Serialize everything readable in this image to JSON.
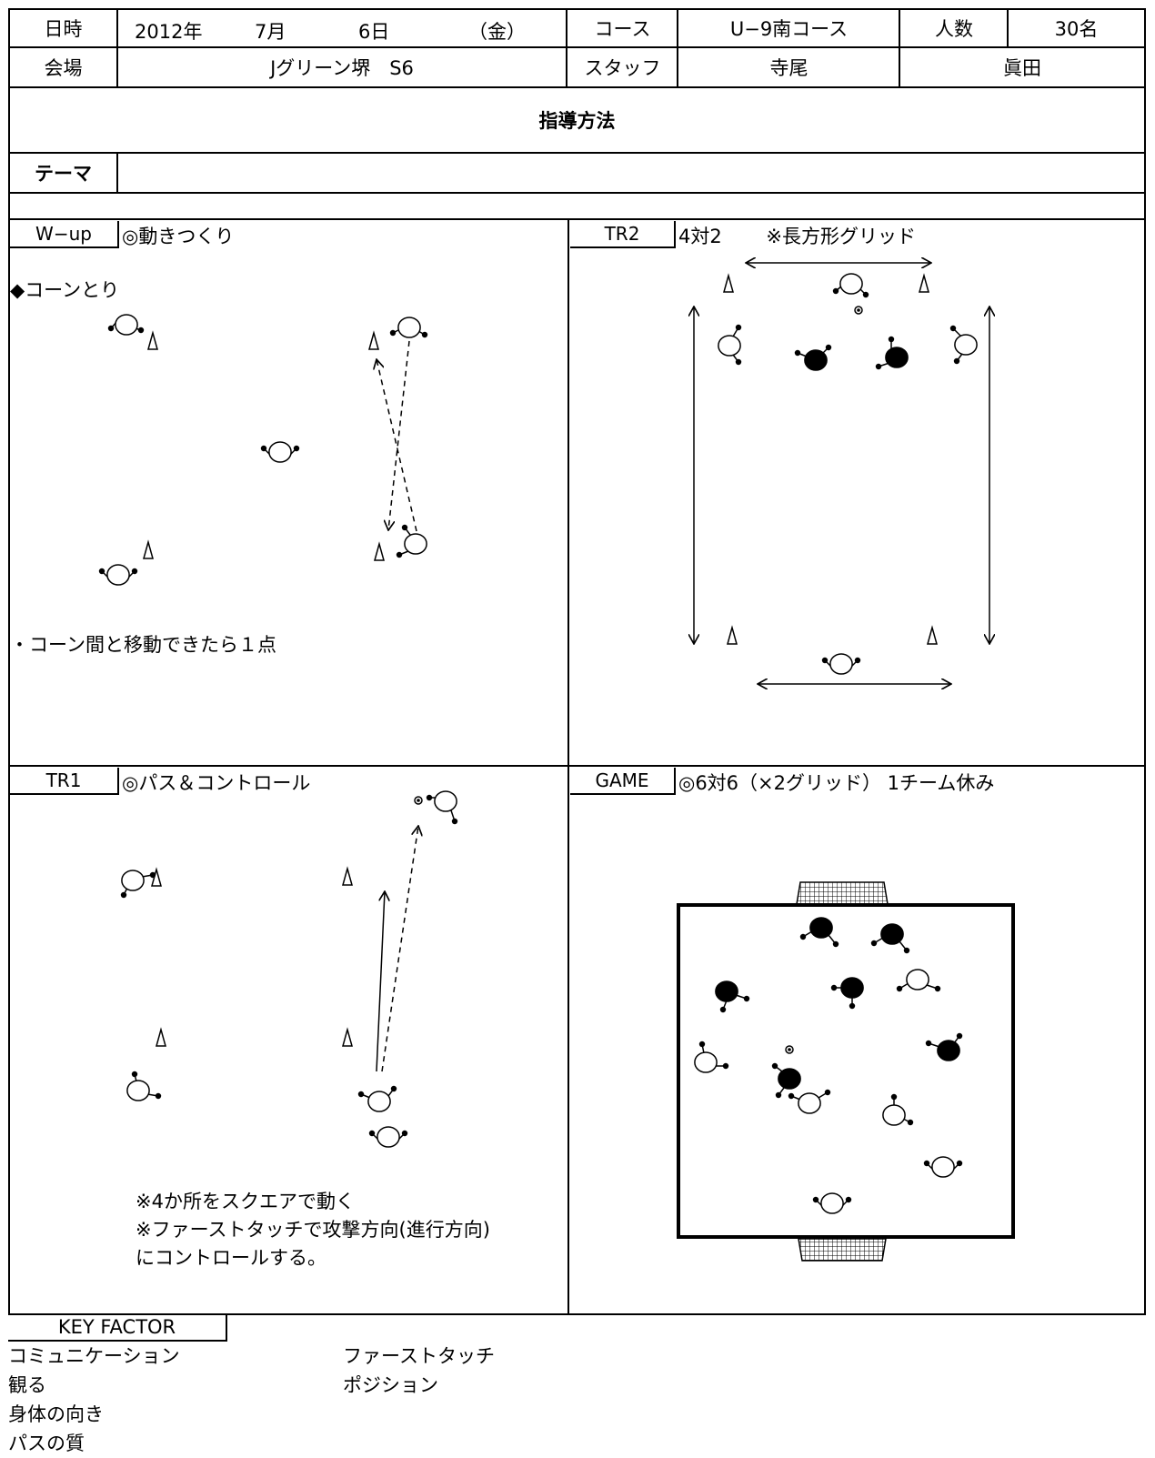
{
  "header": {
    "date_label": "日時",
    "year": "2012年",
    "month": "7月",
    "day": "6日",
    "weekday": "（金）",
    "course_label": "コース",
    "course_value": "U−9南コース",
    "count_label": "人数",
    "count_value": "30名",
    "venue_label": "会場",
    "venue_value": "Jグリーン堺　S6",
    "staff_label": "スタッフ",
    "staff_1": "寺尾",
    "staff_2": "眞田",
    "method_title": "指導方法",
    "theme_label": "テーマ",
    "theme_value": ""
  },
  "sections": {
    "wup": {
      "tag": "W−up",
      "title": "◎動きつくり",
      "subtitle": "◆コーンとり",
      "note": "・コーン間と移動できたら１点"
    },
    "tr2": {
      "tag": "TR2",
      "title": "4対2　　 ※長方形グリッド"
    },
    "tr1": {
      "tag": "TR1",
      "title": "◎パス＆コントロール",
      "note1": "※4か所をスクエアで動く",
      "note2": "※ファーストタッチで攻撃方向(進行方向)",
      "note3": "にコントロールする。"
    },
    "game": {
      "tag": "GAME",
      "title": "◎6対6（×2グリッド） 1チーム休み"
    }
  },
  "key_factor": {
    "label": "KEY FACTOR",
    "col1": [
      "コミュニケーション",
      "観る",
      "身体の向き",
      "パスの質"
    ],
    "col2": [
      "ファーストタッチ",
      "ポジション"
    ]
  }
}
